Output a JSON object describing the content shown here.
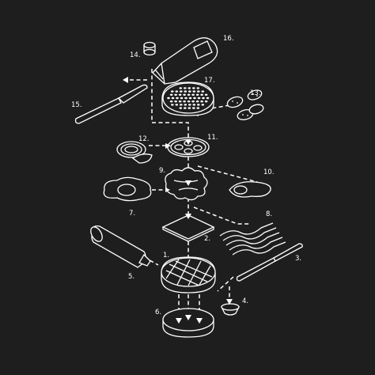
{
  "labels": {
    "l1": "1.",
    "l2": "2.",
    "l3": "3.",
    "l4": "4.",
    "l5": "5.",
    "l6": "6.",
    "l7": "7.",
    "l8": "8.",
    "l9": "9.",
    "l10": "10.",
    "l11": "11.",
    "l12": "12.",
    "l13": "13.",
    "l14": "14.",
    "l15": "15.",
    "l16": "16.",
    "l17": "17."
  },
  "colors": {
    "background": "#1e1e1e",
    "line": "#ffffff"
  }
}
